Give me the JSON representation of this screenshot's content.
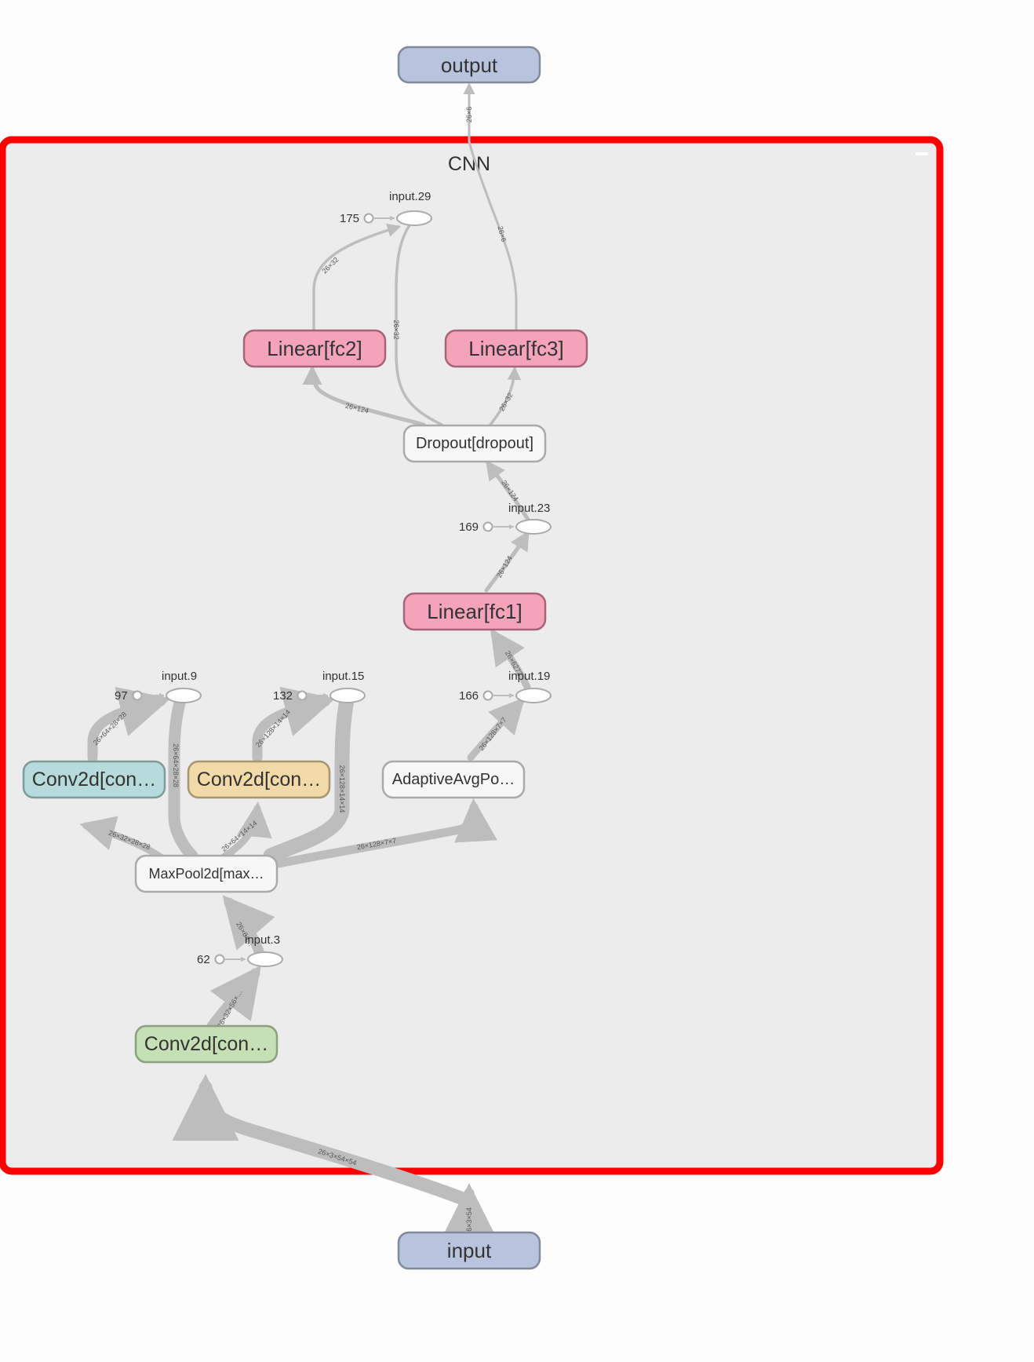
{
  "graph": {
    "group_title": "CNN",
    "colors": {
      "group_border": "#ff0000",
      "group_fill": "#ececec",
      "io_node": "#b8c4dd",
      "linear_node": "#f5a3bc",
      "conv1_node": "#c5e0b5",
      "conv2_node": "#b7dada",
      "conv3_node": "#f1d9a8",
      "op_node": "#f7f7f7",
      "edge": "#bdbdbd"
    },
    "nodes": {
      "output": "output",
      "input": "input",
      "fc2": "Linear[fc2]",
      "fc3": "Linear[fc3]",
      "fc1": "Linear[fc1]",
      "dropout": "Dropout[dropout]",
      "conv_a": "Conv2d[con…",
      "conv_b": "Conv2d[con…",
      "conv_c": "Conv2d[con…",
      "avgpool": "AdaptiveAvgPo…",
      "maxpool": "MaxPool2d[max…"
    },
    "ops": {
      "input29": {
        "name": "input.29",
        "constant": "175"
      },
      "input23": {
        "name": "input.23",
        "constant": "169"
      },
      "input19": {
        "name": "input.19",
        "constant": "166"
      },
      "input9": {
        "name": "input.9",
        "constant": "97"
      },
      "input15": {
        "name": "input.15",
        "constant": "132"
      },
      "input3": {
        "name": "input.3",
        "constant": "62"
      }
    },
    "edge_labels": {
      "to_output": "26×6",
      "fc3_to_input29_path": "26×6",
      "fc2_to_input29": "26×32",
      "dropout_to_input29": "26×32",
      "dropout_to_fc2": "26×124",
      "dropout_to_fc3": "26×32",
      "input23_to_dropout": "26×124",
      "fc1_to_input23": "26×124",
      "input19_to_fc1": "26×6272",
      "avgpool_to_input19": "26×128×7×7",
      "conva_to_input9": "26×64×28×28",
      "input9_to_maxpool": "26×64×28×28",
      "convb_to_input15": "26×128×14×14",
      "input15_to_maxpool": "26×128×14×14",
      "maxpool_to_conva": "26×32×28×28",
      "maxpool_to_convb": "26×64×14×14",
      "maxpool_to_avgpool": "26×128×7×7",
      "input3_to_maxpool": "26×64…",
      "convc_to_input3": "26×32×56×…",
      "input_to_convc": "26×3×54×54",
      "input_in": "26×3×54"
    }
  }
}
